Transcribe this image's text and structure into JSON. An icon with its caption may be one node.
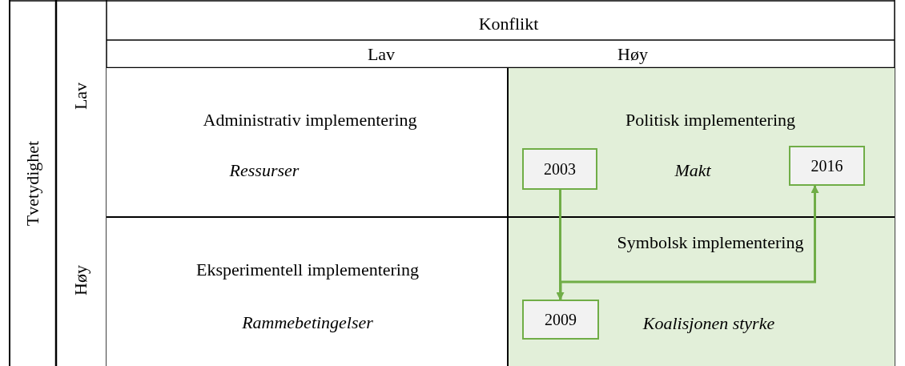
{
  "diagram": {
    "nodes": [
      {
        "text": [
          "Administrativ implementering",
          "Ressurser"
        ]
      },
      {
        "text": [
          "Politisk implementering",
          "Makt"
        ]
      },
      {
        "text": [
          "Eksperimentell implementering",
          "Rammebetingelser"
        ]
      },
      {
        "text": [
          "Symbolsk implementering",
          "Koalisjonen styrke"
        ]
      },
      {
        "text": [
          "2003"
        ],
        "in": 1
      },
      {
        "text": [
          "2016"
        ],
        "in": 1
      },
      {
        "text": [
          "2009"
        ],
        "in": 3
      }
    ],
    "edges": [
      {
        "from": 4,
        "to": 6,
        "arrow": "to"
      },
      {
        "from": 6,
        "to": 5,
        "arrow": "to"
      }
    ],
    "labels": [
      "Konflikt",
      "Lav",
      "Høy",
      "Tvetydighet",
      "Lav",
      "Høy"
    ]
  }
}
